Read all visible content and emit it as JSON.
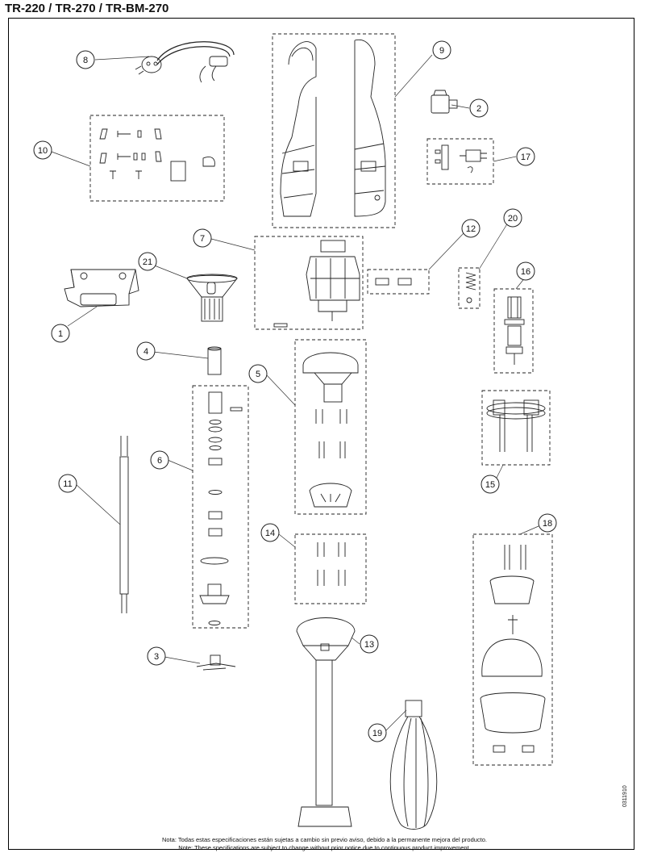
{
  "title": "TR-220 / TR-270 / TR-BM-270",
  "callouts": [
    "1",
    "2",
    "3",
    "4",
    "5",
    "6",
    "7",
    "8",
    "9",
    "10",
    "11",
    "12",
    "13",
    "14",
    "15",
    "16",
    "17",
    "18",
    "19",
    "20",
    "21"
  ],
  "note_es": "Nota: Todas estas especificaciones están sujetas a cambio sin previo aviso, debido a la permanente mejora del producto.",
  "note_en": "Note: These specifications are subject to change without prior notice due to continuous product improvement.",
  "doc_code": "0311910"
}
